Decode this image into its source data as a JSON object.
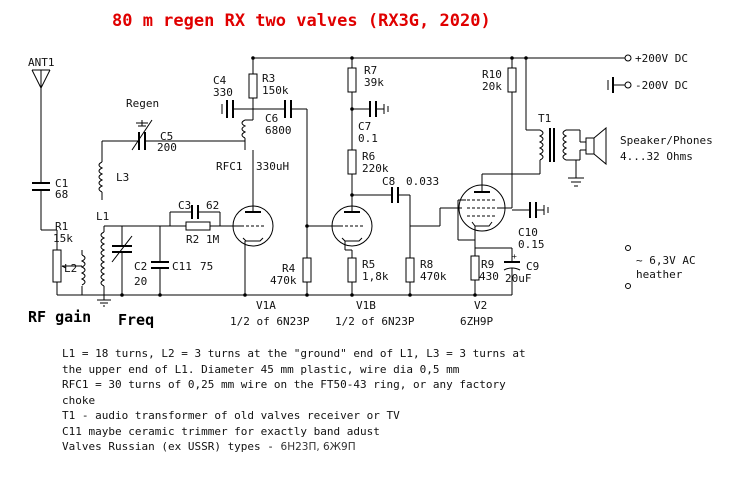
{
  "title": "80 m regen RX two valves (RX3G, 2020)",
  "supply": {
    "plus": "+200V DC",
    "minus": "-200V DC",
    "heater_1": "~ 6,3V AC",
    "heater_2": "heather"
  },
  "antenna": "ANT1",
  "components": {
    "C1": {
      "ref": "C1",
      "value": "68"
    },
    "R1": {
      "ref": "R1",
      "value": "15k"
    },
    "L1": {
      "ref": "L1"
    },
    "L2": {
      "ref": "L2"
    },
    "L3": {
      "ref": "L3"
    },
    "C2": {
      "ref": "C2",
      "value": "20"
    },
    "C11": {
      "ref": "C11",
      "value": "75"
    },
    "C3": {
      "ref": "C3",
      "value": "62"
    },
    "R2": {
      "ref": "R2",
      "value": "1M"
    },
    "C4": {
      "ref": "C4",
      "value": "330"
    },
    "C5": {
      "ref": "C5",
      "value": "200"
    },
    "R3": {
      "ref": "R3",
      "value": "150k"
    },
    "C6": {
      "ref": "C6",
      "value": "6800"
    },
    "RFC1": {
      "ref": "RFC1",
      "value": "330uH"
    },
    "R4": {
      "ref": "R4",
      "value": "470k"
    },
    "R7": {
      "ref": "R7",
      "value": "39k"
    },
    "C7": {
      "ref": "C7",
      "value": "0.1"
    },
    "R6": {
      "ref": "R6",
      "value": "220k"
    },
    "C8": {
      "ref": "C8",
      "value": "0.033"
    },
    "R5": {
      "ref": "R5",
      "value": "1,8k"
    },
    "R8": {
      "ref": "R8",
      "value": "470k"
    },
    "R10": {
      "ref": "R10",
      "value": "20k"
    },
    "T1": {
      "ref": "T1"
    },
    "C10": {
      "ref": "C10",
      "value": "0.15"
    },
    "R9": {
      "ref": "R9",
      "value": "430"
    },
    "C9": {
      "ref": "C9",
      "value": "20uF"
    }
  },
  "labels": {
    "regen": "Regen",
    "rf_gain": "RF gain",
    "freq": "Freq",
    "speaker": "Speaker/Phones",
    "speaker_imp": "4...32 Ohms"
  },
  "valves": {
    "v1a": {
      "ref": "V1A",
      "type": "1/2 of 6N23P"
    },
    "v1b": {
      "ref": "V1B",
      "type": "1/2 of 6N23P"
    },
    "v2": {
      "ref": "V2",
      "type": "6ZH9P"
    }
  },
  "notes": [
    "L1 = 18 turns, L2 = 3 turns at the \"ground\" end of L1, L3 = 3 turns at",
    "the upper end of L1. Diameter 45 mm plastic, wire dia 0,5 mm",
    "RFC1 = 30 turns of 0,25 mm wire on the FT50-43 ring, or any factory",
    "choke",
    "T1 - audio transformer of old valves receiver or TV",
    "C11 maybe ceramic trimmer for exactly band adust",
    "Valves Russian (ex USSR) types - "
  ],
  "valve_types_cyr": "6Н23П, 6Ж9П"
}
